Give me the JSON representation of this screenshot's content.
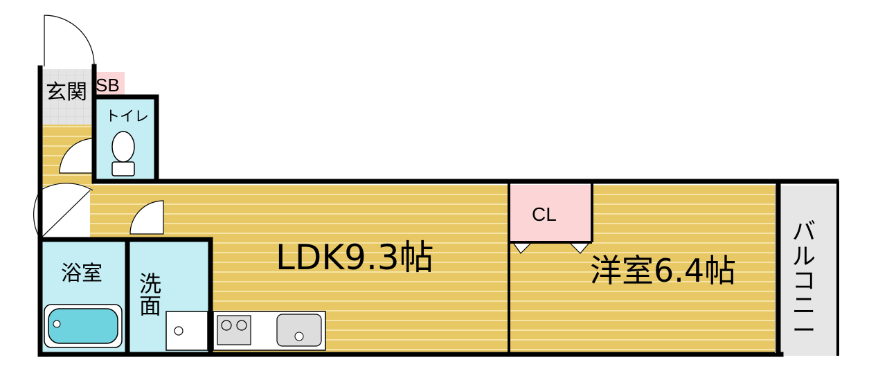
{
  "rooms": {
    "ldk": "LDK9.3帖",
    "western_room": "洋室6.4帖",
    "closet": "CL",
    "entrance": "玄関",
    "shoe_box": "SB",
    "toilet": "トイレ",
    "bathroom": "浴室",
    "washroom": "洗面",
    "balcony": "バルコニー"
  },
  "colors": {
    "floor_wood": "#e8c765",
    "floor_stripe": "#f5e4a6",
    "wet_area": "#c4eef4",
    "closet": "#fcd6d6",
    "entrance_tile": "#e4e4e4",
    "balcony": "#e6e6e6",
    "bathtub": "#6fd3df",
    "wall": "#000000"
  }
}
